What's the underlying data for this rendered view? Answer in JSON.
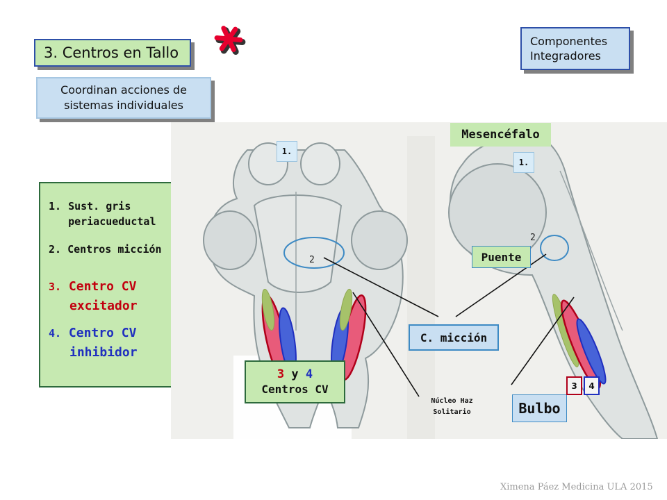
{
  "title": "3. Centros en Tallo",
  "subtitle": "Coordinan acciones de sistemas individuales",
  "components_label": {
    "line1": "Componentes",
    "line2": "Integradores"
  },
  "legend": {
    "item1": {
      "num": "1.",
      "line1": "Sust. gris",
      "line2": "periacueductal"
    },
    "item2": "2. Centros micción",
    "item3": {
      "num": "3.",
      "line1": "Centro CV",
      "line2": "excitador"
    },
    "item4": {
      "num": "4.",
      "line1": "Centro CV",
      "line2": "inhibidor"
    }
  },
  "labels": {
    "mesencefalo": "Mesencéfalo",
    "puente": "Puente",
    "miccion": "C. micción",
    "bulbo": "Bulbo",
    "nucleo_line1": "Núcleo Haz",
    "nucleo_line2": "Solitario",
    "cv_num3": "3",
    "cv_y": "y",
    "cv_num4": "4",
    "cv_line2": "Centros CV",
    "tag1": "1.",
    "tag2": "2",
    "box3": "3",
    "box4": "4"
  },
  "credit": "Ximena Páez Medicina ULA 2015",
  "colors": {
    "green_box": "#c6e9b1",
    "blue_box": "#c9dff2",
    "border_blue": "#2d4fa8",
    "red": "#c2000f",
    "blue": "#1f2fbf",
    "star": "#e6002e"
  }
}
